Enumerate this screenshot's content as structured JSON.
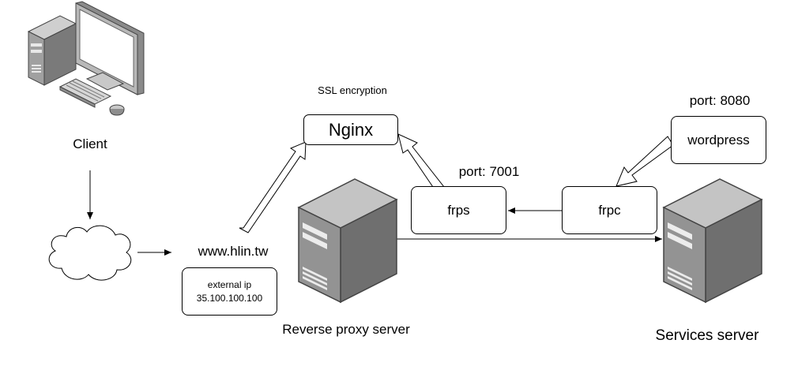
{
  "labels": {
    "client": "Client",
    "domain": "www.hlin.tw",
    "ssl": "SSL encryption",
    "port_frps": "port: 7001",
    "port_wordpress": "port: 8080",
    "reverse_proxy": "Reverse proxy server",
    "services_server": "Services server"
  },
  "boxes": {
    "nginx": "Nginx",
    "frps": "frps",
    "frpc": "frpc",
    "wordpress": "wordpress",
    "external_ip_title": "external ip",
    "external_ip_value": "35.100.100.100"
  },
  "icons": {
    "client": "desktop-computer-icon",
    "internet": "cloud-icon",
    "reverse_proxy": "server-tower-icon",
    "services": "server-tower-icon"
  },
  "colors": {
    "stroke": "#000000",
    "server_front": "#939393",
    "server_side": "#6f6f6f",
    "server_top": "#c4c4c4",
    "monitor_body": "#b8b8b8",
    "monitor_screen": "#ffffff"
  }
}
